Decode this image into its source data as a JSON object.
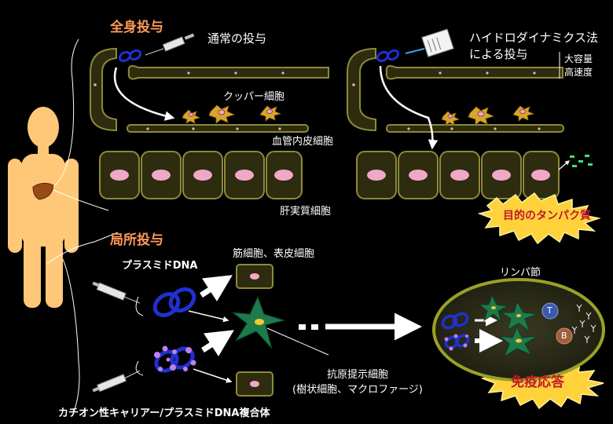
{
  "sections": {
    "systemic": "全身投与",
    "local": "局所投与"
  },
  "labels": {
    "normal_injection": "通常の投与",
    "hydro_line1": "ハイドロダイナミクス法",
    "hydro_line2": "による投与",
    "large_volume": "大容量",
    "high_speed": "高速度",
    "kupffer": "クッパー細胞",
    "endothelial": "血管内皮細胞",
    "parenchymal": "肝実質細胞",
    "target_protein": "目的のタンパク質",
    "muscle_epidermal": "筋細胞、表皮細胞",
    "plasmid_dna": "プラスミドDNA",
    "lymph_node": "リンパ節",
    "apc_line1": "抗原提示細胞",
    "apc_line2": "(樹状細胞、マクロファージ)",
    "complex": "カチオン性キャリアー/プラスミドDNA複合体",
    "immune_response": "免疫応答",
    "t_cell": "T",
    "b_cell": "B"
  },
  "colors": {
    "section_title": "#ff9a5a",
    "vessel_fill": "#2e2c0e",
    "vessel_stroke": "#8c8a3c",
    "nucleus": "#f0a8c8",
    "kupffer_cell": "#d8a628",
    "dendritic_cell": "#1d7a4a",
    "plasmid": "#2030d0",
    "body": "#ffc878",
    "liver": "#9a4a14",
    "burst": "#ffd23c",
    "burst_text": "#c0182c",
    "protein": "#40e070"
  }
}
